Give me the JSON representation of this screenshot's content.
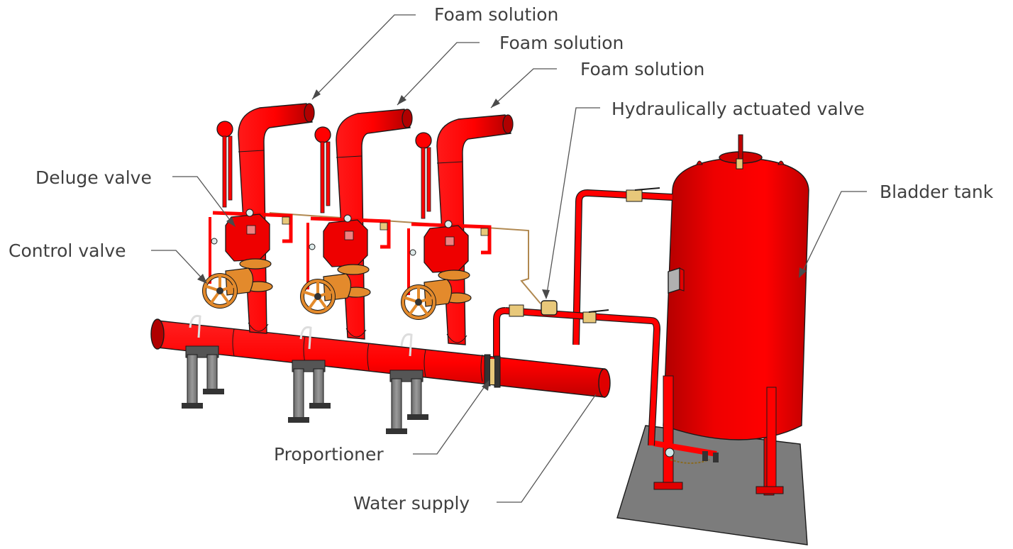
{
  "title": "Foam deluge system with bladder tank",
  "labels": {
    "foam_solution_1": "Foam solution",
    "foam_solution_2": "Foam solution",
    "foam_solution_3": "Foam solution",
    "hydraulic_valve": "Hydraulically actuated valve",
    "deluge_valve": "Deluge valve",
    "control_valve": "Control valve",
    "bladder_tank": "Bladder tank",
    "proportioner": "Proportioner",
    "water_supply": "Water supply"
  },
  "colors": {
    "pipe_red": "#ff0000",
    "pipe_shadow": "#c00000",
    "valve_orange": "#e38a2c",
    "brass": "#e8c87a",
    "steel_gray": "#8a8a8a",
    "base_gray": "#7a7a7a",
    "label_text": "#404040",
    "leader_line": "#555555"
  },
  "risers": [
    {
      "name": "riser-1"
    },
    {
      "name": "riser-2"
    },
    {
      "name": "riser-3"
    }
  ]
}
